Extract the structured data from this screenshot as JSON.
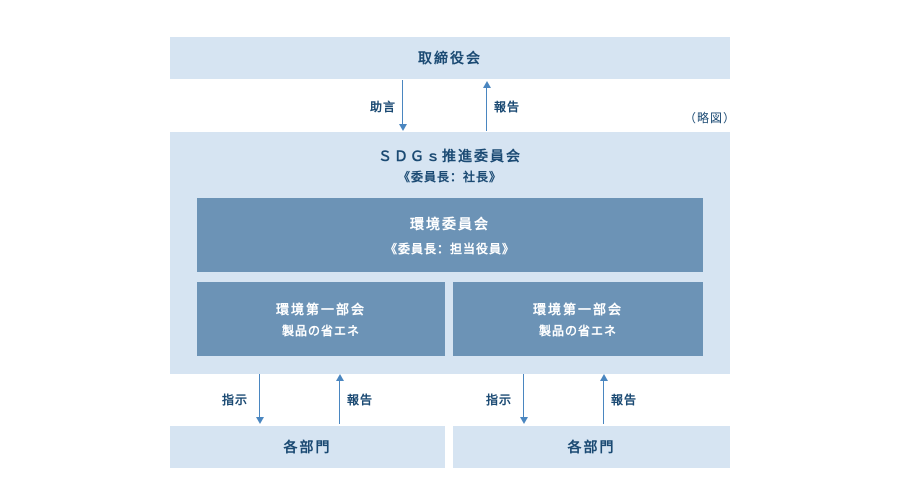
{
  "colors": {
    "background": "#ffffff",
    "panel_light": "#d6e4f2",
    "box_dark": "#6c93b6",
    "text_navy": "#1b4a73",
    "text_white": "#ffffff",
    "arrow_blue": "#4a86c0"
  },
  "diagram": {
    "note": "（略図）",
    "board": {
      "label": "取締役会"
    },
    "top_flow": {
      "down_label": "助言",
      "up_label": "報告"
    },
    "sdgs_committee": {
      "title": "ＳＤＧｓ推進委員会",
      "chair": "《委員長：社長》",
      "env_committee": {
        "title": "環境委員会",
        "chair": "《委員長：担当役員》"
      },
      "subcommittees": [
        {
          "title": "環境第一部会",
          "subtitle": "製品の省エネ"
        },
        {
          "title": "環境第一部会",
          "subtitle": "製品の省エネ"
        }
      ]
    },
    "bottom_flows": [
      {
        "down_label": "指示",
        "up_label": "報告"
      },
      {
        "down_label": "指示",
        "up_label": "報告"
      }
    ],
    "departments": [
      {
        "label": "各部門"
      },
      {
        "label": "各部門"
      }
    ]
  }
}
